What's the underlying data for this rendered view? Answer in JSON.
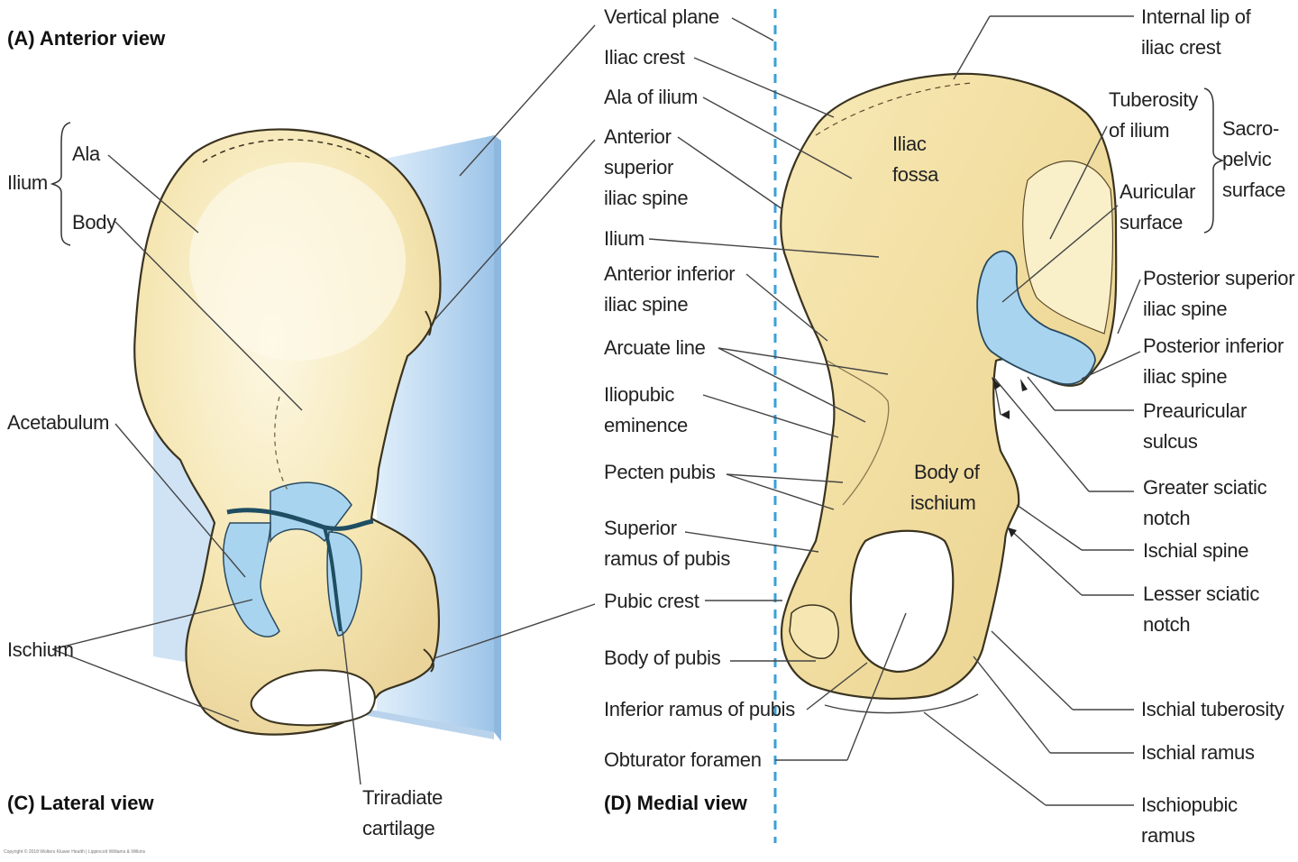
{
  "titles": {
    "anterior": "(A) Anterior view",
    "lateral": "(C) Lateral view",
    "medial": "(D) Medial view"
  },
  "left_labels": {
    "ilium": "Ilium",
    "ala": "Ala",
    "body": "Body",
    "acetabulum": "Acetabulum",
    "ischium": "Ischium",
    "triradiate_1": "Triradiate",
    "triradiate_2": "cartilage"
  },
  "medial_left_labels": {
    "vertical_plane": "Vertical plane",
    "iliac_crest": "Iliac crest",
    "ala_of_ilium": "Ala of ilium",
    "asis_1": "Anterior",
    "asis_2": "superior",
    "asis_3": "iliac spine",
    "ilium": "Ilium",
    "aiis_1": "Anterior inferior",
    "aiis_2": "iliac spine",
    "arcuate_line": "Arcuate line",
    "iliopubic_1": "Iliopubic",
    "iliopubic_2": "eminence",
    "pecten_pubis": "Pecten pubis",
    "sup_ramus_1": "Superior",
    "sup_ramus_2": "ramus of pubis",
    "pubic_crest": "Pubic crest",
    "body_of_pubis": "Body of pubis",
    "inf_ramus": "Inferior ramus of pubis",
    "obturator": "Obturator foramen"
  },
  "bone_labels": {
    "iliac_fossa_1": "Iliac",
    "iliac_fossa_2": "fossa",
    "body_ischium_1": "Body of",
    "body_ischium_2": "ischium"
  },
  "medial_right_labels": {
    "internal_lip_1": "Internal lip of",
    "internal_lip_2": "iliac crest",
    "tuberosity_1": "Tuberosity",
    "tuberosity_2": "of ilium",
    "sacro_1": "Sacro-",
    "sacro_2": "pelvic",
    "sacro_3": "surface",
    "auricular_1": "Auricular",
    "auricular_2": "surface",
    "psis_1": "Posterior superior",
    "psis_2": "iliac spine",
    "piis_1": "Posterior inferior",
    "piis_2": "iliac spine",
    "preauricular_1": "Preauricular",
    "preauricular_2": "sulcus",
    "greater_sciatic_1": "Greater sciatic",
    "greater_sciatic_2": "notch",
    "ischial_spine": "Ischial spine",
    "lesser_sciatic_1": "Lesser sciatic",
    "lesser_sciatic_2": "notch",
    "ischial_tuberosity": "Ischial tuberosity",
    "ischial_ramus": "Ischial ramus",
    "ischiopubic_1": "Ischiopubic",
    "ischiopubic_2": "ramus"
  },
  "copyright": "Copyright © 2018 Wolters Kluwer Health | Lippincott Williams & Wilkins",
  "colors": {
    "bone": "#f3e2a6",
    "bone_light": "#fbf3d4",
    "bone_edge": "#3a3320",
    "cartilage": "#a9d4ef",
    "plane": "#c9dff3",
    "dashed_line": "#3aa0d8"
  }
}
